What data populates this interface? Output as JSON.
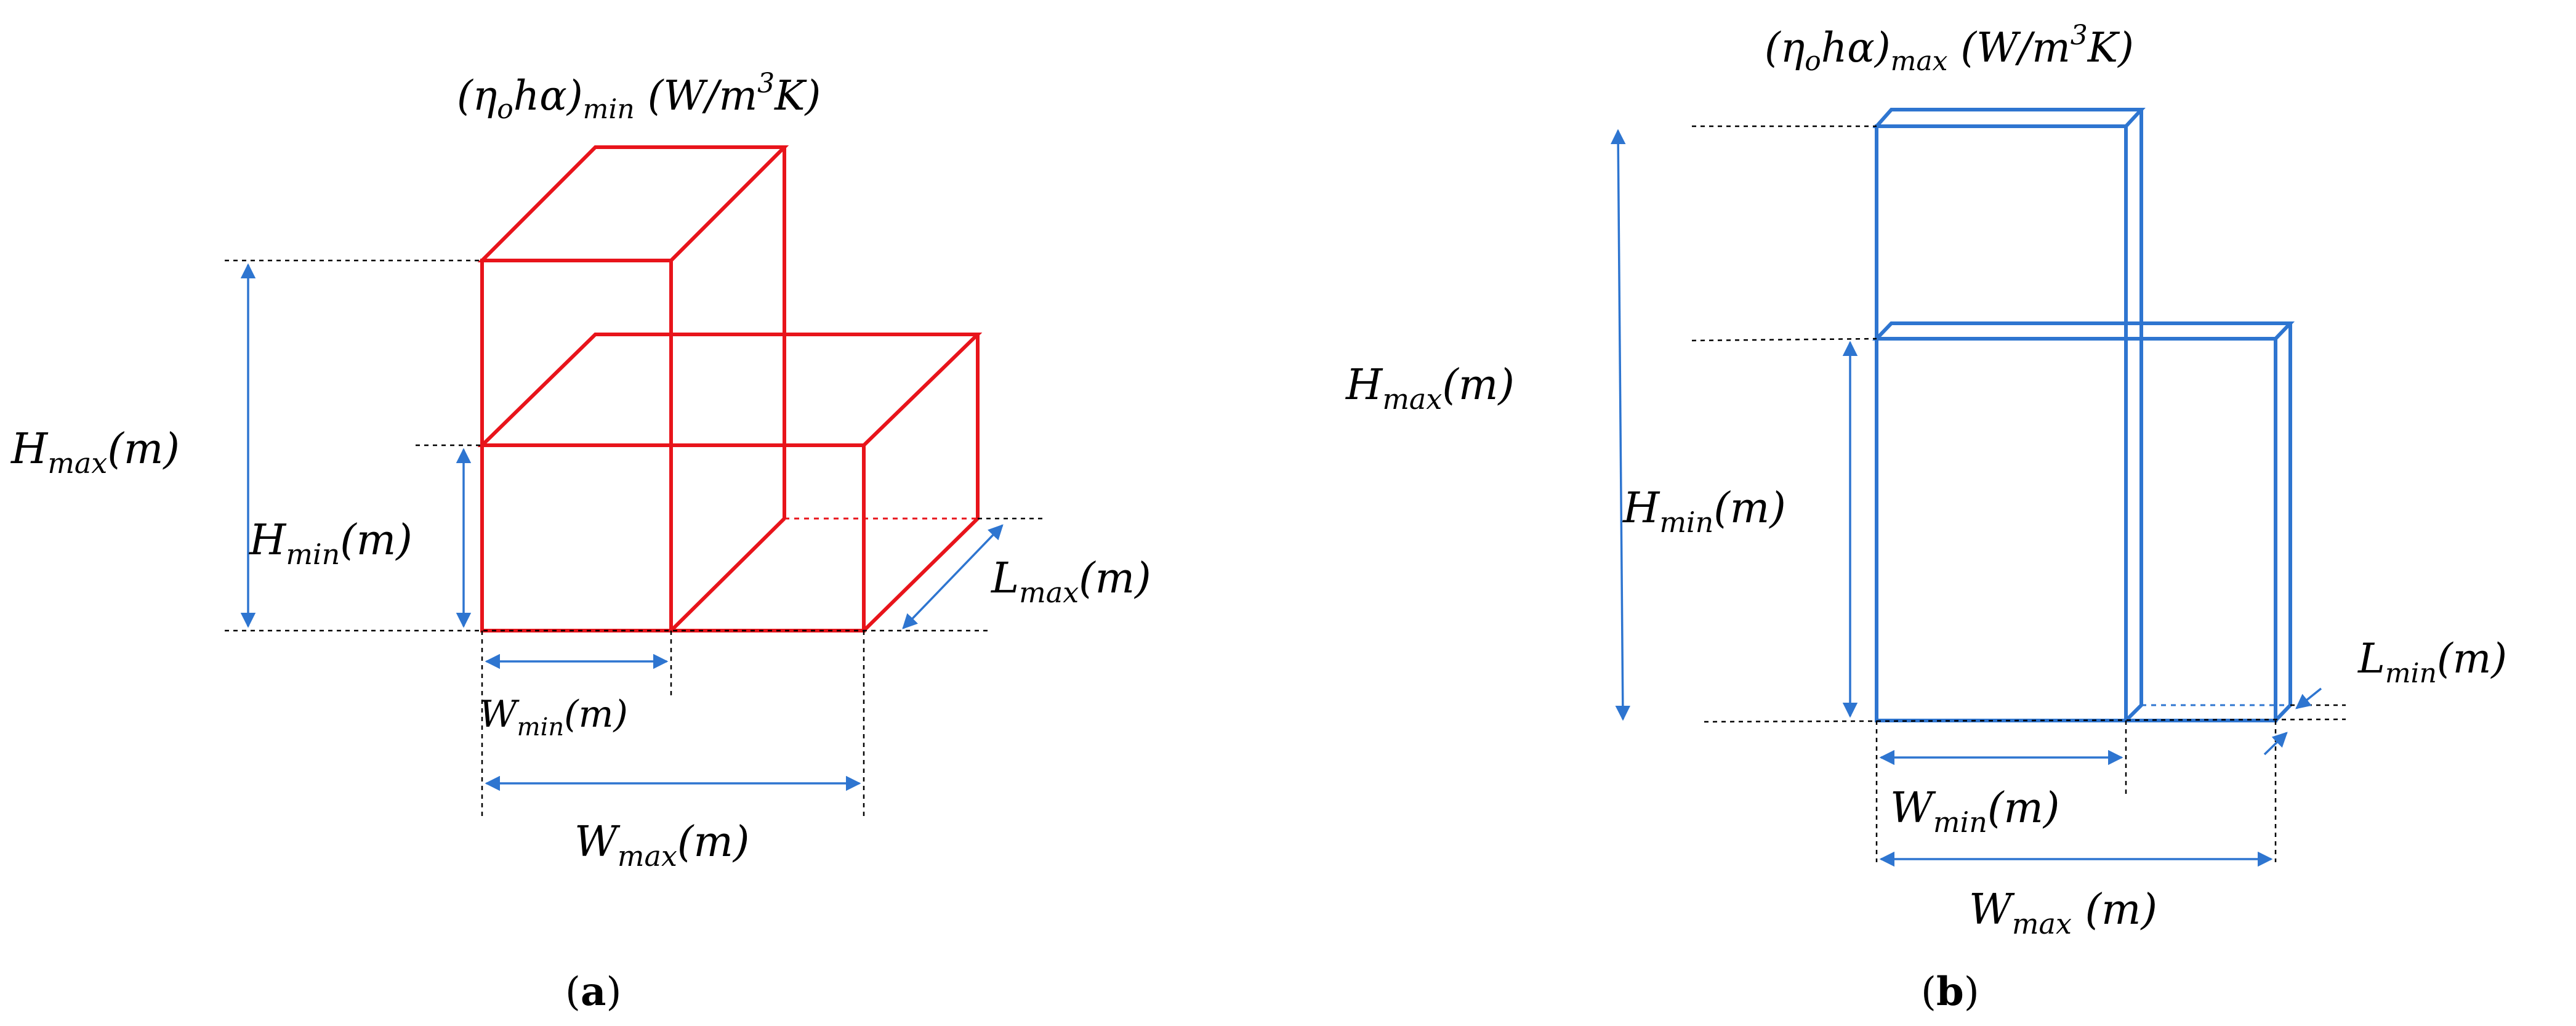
{
  "panel_a": {
    "caption_open": "(",
    "caption_letter": "a",
    "caption_close": ")",
    "top_label": {
      "main": "(η",
      "sub1": "o",
      "mid": "hα)",
      "sub2": "min",
      "unit": " (W/m",
      "sup": "3",
      "unit_end": "K)"
    },
    "h_max": {
      "main": "H",
      "sub": "max",
      "rest": "(m)"
    },
    "h_min": {
      "main": "H",
      "sub": "min",
      "rest": "(m)"
    },
    "l_max": {
      "main": "L",
      "sub": "max",
      "rest": "(m)"
    },
    "w_min": {
      "main": "W",
      "sub": "min",
      "rest": "(m)"
    },
    "w_max": {
      "main": "W",
      "sub": "max",
      "rest": "(m)"
    }
  },
  "panel_b": {
    "caption_open": "(",
    "caption_letter": "b",
    "caption_close": ")",
    "top_label": {
      "main": "(η",
      "sub1": "o",
      "mid": "hα)",
      "sub2": "max",
      "unit": " (W/m",
      "sup": "3",
      "unit_end": "K)"
    },
    "h_max": {
      "main": "H",
      "sub": "max",
      "rest": "(m)"
    },
    "h_min": {
      "main": "H",
      "sub": "min",
      "rest": "(m)"
    },
    "l_min": {
      "main": "L",
      "sub": "min",
      "rest": "(m)"
    },
    "w_min": {
      "main": "W",
      "sub": "min",
      "rest": "(m)"
    },
    "w_max": {
      "main": "W",
      "sub": "max",
      "rest": " (m)"
    }
  },
  "colors": {
    "panel_a_stroke": "#e8141b",
    "panel_b_stroke": "#2e75d0",
    "dimension_arrow": "#2e75d0"
  }
}
